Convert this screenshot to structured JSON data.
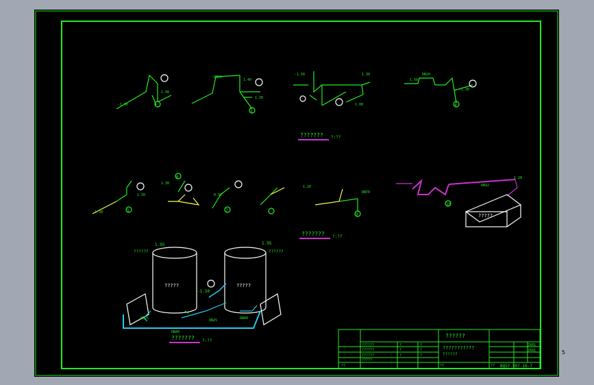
{
  "captions": {
    "system_1": "???????",
    "system_2": "???????",
    "system_3": "???????",
    "scale": "?:??"
  },
  "tanks": {
    "left": "?????",
    "right": "?????",
    "label_left": "??????",
    "label_right": "??????"
  },
  "box_label": "?????",
  "elevations": [
    "1.95",
    "1.95",
    "-1.50",
    "1.00",
    "-1.50",
    "-1.50",
    "1.38",
    "1.50",
    "-1.30",
    "0.30",
    "1.30",
    "1.50",
    "1.30",
    "1.40",
    "1.30",
    "1.20",
    "1.00",
    "1.28"
  ],
  "pipe_sizes": [
    "DN15",
    "DN20",
    "DN25",
    "DN32",
    "DN40",
    "DN50",
    "DN70"
  ],
  "node_labels": [
    "1",
    "2",
    "3",
    "4",
    "5",
    "6",
    "7",
    "8",
    "9",
    "10",
    "11"
  ],
  "title_block": {
    "title": "??????",
    "subtitle": "???????????",
    "subtitle2": "??????",
    "drawing_no": "BQSY-507-16-7",
    "sheet_codes": [
      "JX01",
      "JX01"
    ],
    "rows": [
      "??????",
      "??????",
      "??????",
      "?????"
    ],
    "small": [
      "?",
      "?",
      "?",
      "?",
      "?",
      "?",
      "??",
      "??",
      "??"
    ]
  },
  "edge_mark": "5"
}
